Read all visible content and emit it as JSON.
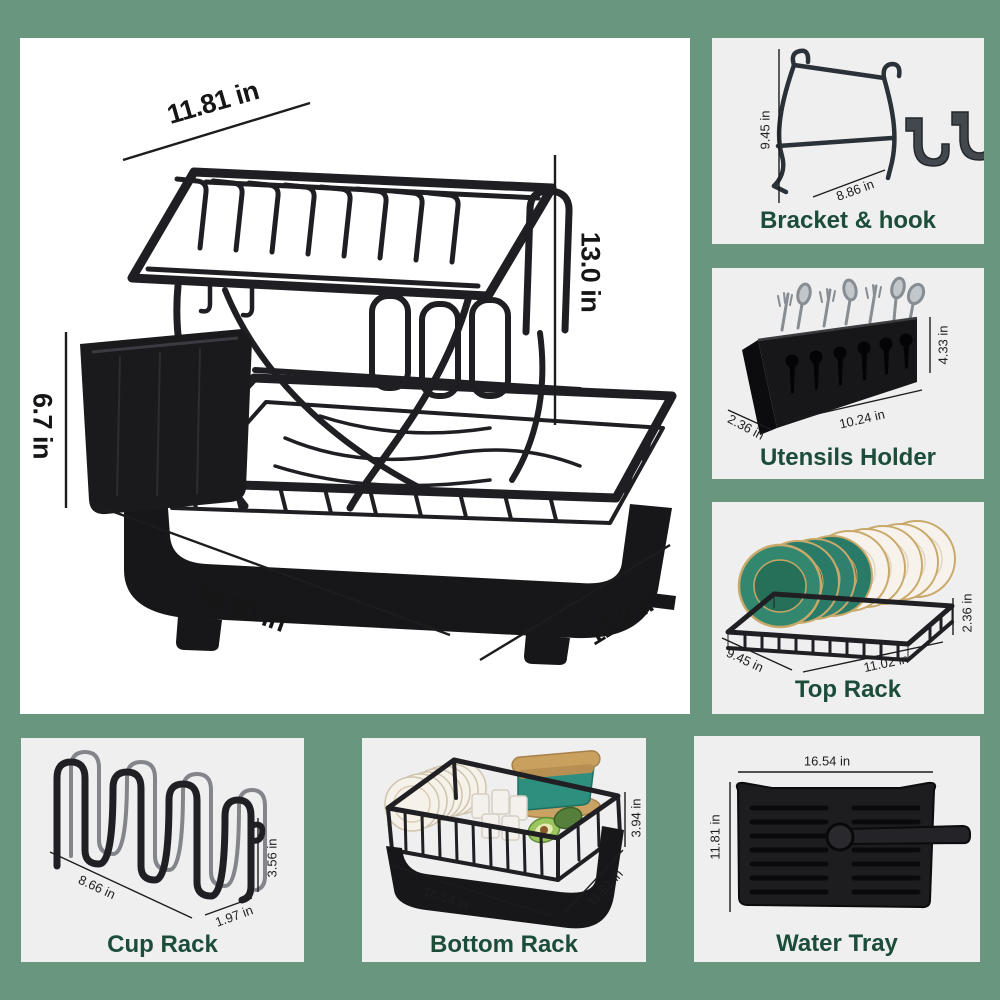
{
  "colors": {
    "background_green": "#68967f",
    "main_panel_bg": "#ffffff",
    "sub_panel_bg": "#efefef",
    "title_green": "#1c4c3a",
    "product_black": "#17171a",
    "plate_green": "#2a7a68",
    "plate_gold_rim": "#c9a96a",
    "bamboo": "#c9a05e"
  },
  "main_panel": {
    "dimensions": {
      "top_width": "11.81 in",
      "tier_height": "13.0 in",
      "base_height": "6.7 in",
      "length": "18.90 in",
      "depth": "12.2 in"
    }
  },
  "sub_panels": {
    "bracket_hook": {
      "title": "Bracket & hook",
      "dimensions": {
        "height": "9.45 in",
        "width": "8.86 in"
      }
    },
    "utensils_holder": {
      "title": "Utensils Holder",
      "dimensions": {
        "height": "4.33 in",
        "length": "10.24 in",
        "depth": "2.36 in"
      }
    },
    "top_rack": {
      "title": "Top Rack",
      "dimensions": {
        "height": "2.36 in",
        "depth": "9.45 in",
        "length": "11.02 in"
      }
    },
    "cup_rack": {
      "title": "Cup Rack",
      "dimensions": {
        "length": "8.66 in",
        "depth": "1.97 in",
        "height": "3.56 in"
      }
    },
    "bottom_rack": {
      "title": "Bottom Rack",
      "dimensions": {
        "height": "3.94 in",
        "length": "16.54 in",
        "depth": "11.81 in"
      }
    },
    "water_tray": {
      "title": "Water Tray",
      "dimensions": {
        "length": "16.54 in",
        "width": "11.81 in"
      }
    }
  }
}
